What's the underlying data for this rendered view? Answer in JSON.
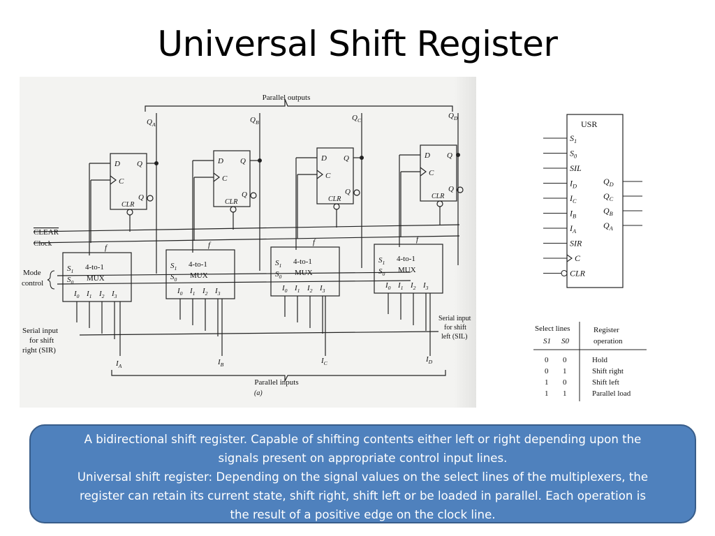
{
  "slide": {
    "title": "Universal Shift Register"
  },
  "figure": {
    "parallel_outputs": "Parallel outputs",
    "parallel_inputs": "Parallel inputs",
    "outputs": [
      "Q",
      "Q",
      "Q",
      "Q"
    ],
    "output_subs": [
      "A",
      "B",
      "C",
      "D"
    ],
    "clear": "CLEAR",
    "clock": "Clock",
    "mode_control": [
      "Mode",
      "control"
    ],
    "sir_label": [
      "Serial input",
      "for shift",
      "right (SIR)"
    ],
    "sil_label": [
      "Serial input",
      "for shift",
      "left (SIL)"
    ],
    "caption": "(a)",
    "ff": {
      "d": "D",
      "q": "Q",
      "c": "C",
      "clr": "CLR",
      "qbar": "Q"
    },
    "mux": {
      "f": "f",
      "line1": "4-to-1",
      "line2": "MUX",
      "s1": "S",
      "s0": "S",
      "inputs": [
        "I",
        "I",
        "I",
        "I"
      ],
      "input_subs": [
        "0",
        "1",
        "2",
        "3"
      ]
    },
    "input_labels": [
      "I",
      "I",
      "I",
      "I"
    ]
  },
  "usr_block": {
    "title": "USR",
    "left_pins": [
      "S1",
      "S0",
      "SIL",
      "ID",
      "IC",
      "IB",
      "IA",
      "SIR",
      "C",
      "CLR"
    ],
    "right_pins": [
      "QD",
      "QC",
      "QB",
      "QA"
    ]
  },
  "select_table": {
    "headers": [
      "Select lines",
      "Register",
      "operation"
    ],
    "sub_headers": [
      "S1",
      "S0"
    ],
    "rows": [
      {
        "s1": "0",
        "s0": "0",
        "op": "Hold"
      },
      {
        "s1": "0",
        "s0": "1",
        "op": "Shift right"
      },
      {
        "s1": "1",
        "s0": "0",
        "op": "Shift left"
      },
      {
        "s1": "1",
        "s0": "1",
        "op": "Parallel load"
      }
    ]
  },
  "description": {
    "lines": [
      "A bidirectional shift register.  Capable of shifting contents either left or right depending upon the",
      "signals present on appropriate control input lines.",
      "Universal shift register:  Depending on the signal values on the select lines of the multiplexers, the",
      "register can retain its current state, shift right, shift left or be loaded in parallel.  Each operation is",
      "the result of a positive edge on the clock line."
    ]
  }
}
